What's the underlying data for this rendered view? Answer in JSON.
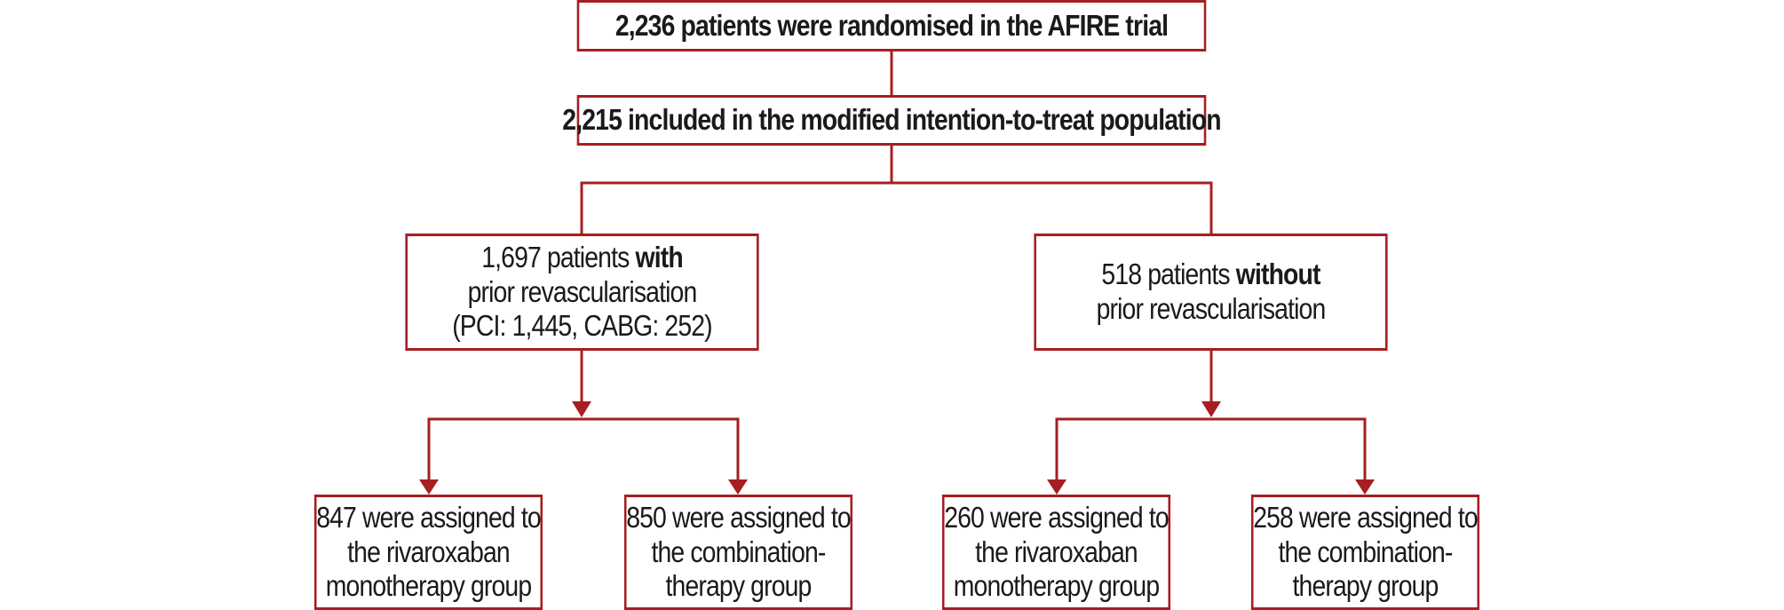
{
  "top_box": {
    "text": "2,236 patients were randomised in the AFIRE trial"
  },
  "mitt_box": {
    "text": "2,215 included in the modified intention-to-treat population"
  },
  "with_box": {
    "line1_pre": "1,697 patients ",
    "line1_bold": "with",
    "line2": "prior revascularisation",
    "line3": "(PCI: 1,445, CABG: 252)"
  },
  "without_box": {
    "line1_pre": "518 patients ",
    "line1_bold": "without",
    "line2": "prior revascularisation"
  },
  "leaf_boxes": [
    {
      "line1": "847 were assigned to",
      "line2": "the rivaroxaban",
      "line3": "monotherapy group"
    },
    {
      "line1": "850 were assigned to",
      "line2": "the combination-",
      "line3": "therapy group"
    },
    {
      "line1": "260 were assigned to",
      "line2": "the rivaroxaban",
      "line3": "monotherapy group"
    },
    {
      "line1": "258 were assigned to",
      "line2": "the combination-",
      "line3": "therapy group"
    }
  ],
  "colors": {
    "border": "#a61e22",
    "connector": "#a61e22",
    "text": "#1a1a1a"
  }
}
